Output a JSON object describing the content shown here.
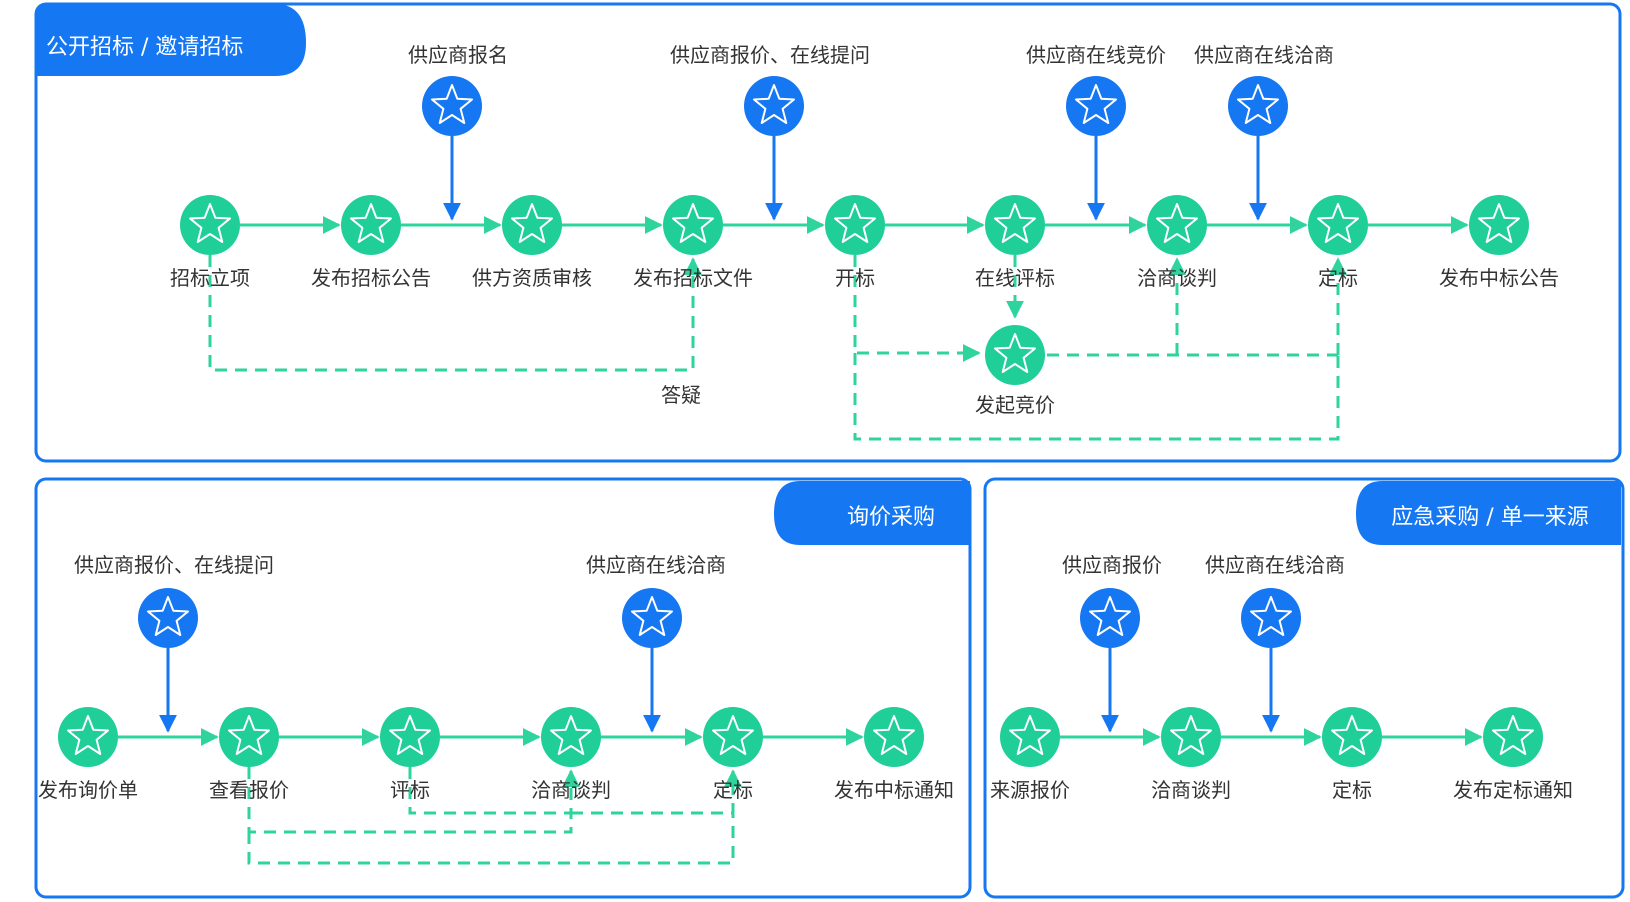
{
  "colors": {
    "panel_border": "#1677F2",
    "step_node": "#20CE98",
    "supplier_node": "#1677F2",
    "flow_line": "#2FD39E",
    "title_bg": "#1677F2",
    "text": "#333333"
  },
  "icons": {
    "node": "star-icon"
  },
  "panels": {
    "tender": {
      "title": "公开招标 / 邀请招标",
      "steps": [
        "招标立项",
        "发布招标公告",
        "供方资质审核",
        "发布招标文件",
        "开标",
        "在线评标",
        "洽商谈判",
        "定标",
        "发布中标公告"
      ],
      "supplier_actions": [
        "供应商报名",
        "供应商报价、在线提问",
        "供应商在线竞价",
        "供应商在线洽商"
      ],
      "loop_labels": [
        "答疑",
        "发起竞价"
      ]
    },
    "inquiry": {
      "title": "询价采购",
      "steps": [
        "发布询价单",
        "查看报价",
        "评标",
        "洽商谈判",
        "定标",
        "发布中标通知"
      ],
      "supplier_actions": [
        "供应商报价、在线提问",
        "供应商在线洽商"
      ]
    },
    "emergency": {
      "title": "应急采购 / 单一来源",
      "steps": [
        "来源报价",
        "洽商谈判",
        "定标",
        "发布定标通知"
      ],
      "supplier_actions": [
        "供应商报价",
        "供应商在线洽商"
      ]
    }
  }
}
